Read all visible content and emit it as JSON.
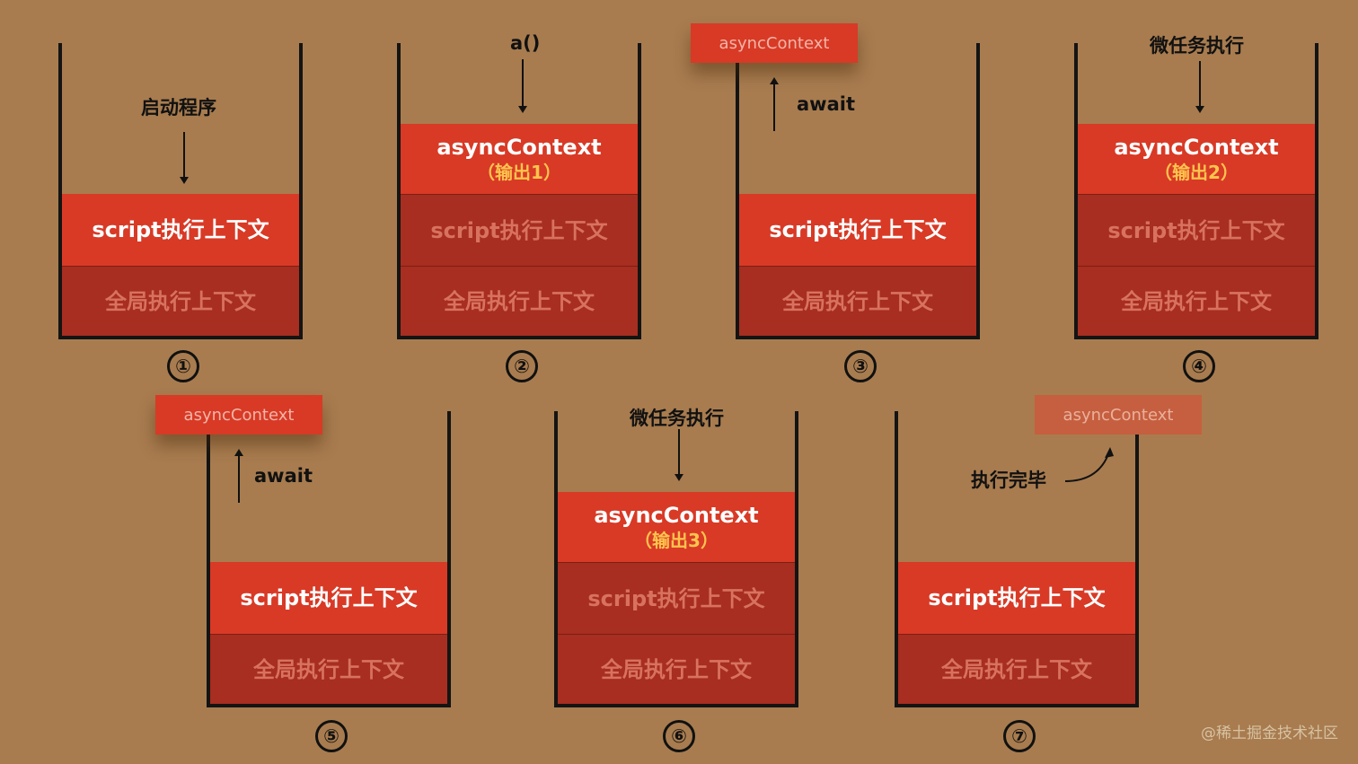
{
  "layers": {
    "script": "script执行上下文",
    "global": "全局执行上下文",
    "async": "asyncContext"
  },
  "outputs": [
    "（输出1）",
    "（输出2）",
    "（输出3）"
  ],
  "labels": {
    "start": "启动程序",
    "call_a": "a()",
    "await": "await",
    "microtask": "微任务执行",
    "finished": "执行完毕"
  },
  "steps": [
    "①",
    "②",
    "③",
    "④",
    "⑤",
    "⑥",
    "⑦"
  ],
  "watermark": "@稀土掘金技术社区",
  "colors": {
    "background": "#a87c4f",
    "active_layer": "#d83a26",
    "inactive_layer": "#a72e20",
    "output_text": "#ffc44d"
  }
}
